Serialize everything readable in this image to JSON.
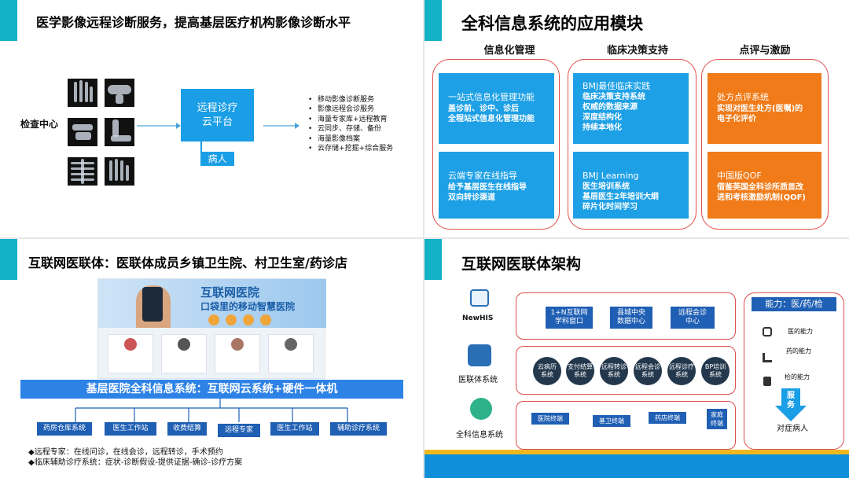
{
  "slide1": {
    "title": "医学影像远程诊断服务，提高基层医疗机构影像诊断水平",
    "center_label": "检查中心",
    "cloud_box": "远程诊疗\n云平台",
    "patient": "病人",
    "bullets": [
      "移动影像诊断服务",
      "影像远程会诊服务",
      "海量专家库+远程教育",
      "云同步、存储、备份",
      "海量影像档案",
      "云存储+挖掘+综合服务"
    ]
  },
  "slide2": {
    "title": "全科信息系统的应用模块",
    "columns": [
      {
        "header": "信息化管理",
        "cells": [
          {
            "title": "一站式信息化管理功能",
            "lines": [
              "盖诊前、诊中、诊后",
              "全程站式信息化管理功能"
            ]
          },
          {
            "title": "云端专家在线指导",
            "lines": [
              "给予基层医生在线指导",
              "双向转诊渠道"
            ]
          }
        ]
      },
      {
        "header": "临床决策支持",
        "cells": [
          {
            "title": "BMJ最佳临床实践",
            "lines": [
              "临床决策支持系统",
              "权威的数据来源",
              "深度结构化",
              "持续本地化"
            ]
          },
          {
            "title": "BMJ Learning",
            "lines": [
              "医生培训系统",
              "基层医生2年培训大纲",
              "碎片化时间学习"
            ]
          }
        ]
      },
      {
        "header": "点评与激励",
        "cells": [
          {
            "title": "处方点评系统",
            "lines": [
              "实现对医生处方(医嘱)的",
              "电子化评价"
            ]
          },
          {
            "title": "中国版QOF",
            "lines": [
              "借鉴英国全科诊所质显改",
              "进和考核激励机制(QOF)"
            ]
          }
        ]
      }
    ]
  },
  "slide3": {
    "title": "互联网医联体：医联体成员乡镇卫生院、村卫生室/药诊店",
    "banner_title": "互联网医院",
    "banner_sub": "口袋里的移动智慧医院",
    "main_bar": "基层医院全科信息系统：互联网云系统+硬件一体机",
    "systems": [
      "药房仓库系统",
      "医生工作站",
      "收费结算",
      "远程专家",
      "医生工作站",
      "辅助诊疗系统"
    ],
    "notes": [
      "◆远程专家：在线问诊，在线会诊，远程转诊，手术预约",
      "◆临床辅助诊疗系统：症状-诊断假设-提供证据-确诊-诊疗方案"
    ]
  },
  "slide4": {
    "title": "互联网医联体架构",
    "left_labels": [
      "NewHIS",
      "医联体系统",
      "全科信息系统"
    ],
    "row1": [
      "1+N互联网\n学科窗口",
      "县城中央\n数据中心",
      "远程会诊\n中心"
    ],
    "row2": [
      "云病历\n系统",
      "支付结算\n系统",
      "远程转诊\n系统",
      "远程会诊\n系统",
      "远程诊疗\n系统",
      "BP培训\n系统"
    ],
    "row3": [
      "医院终端",
      "基卫终端",
      "药店终端",
      "家庭\n终端"
    ],
    "right_header": "能力：医/药/检",
    "abilities": [
      "医的能力",
      "药的能力",
      "检的能力"
    ],
    "service": "服\n务",
    "patient": "对症病人"
  }
}
